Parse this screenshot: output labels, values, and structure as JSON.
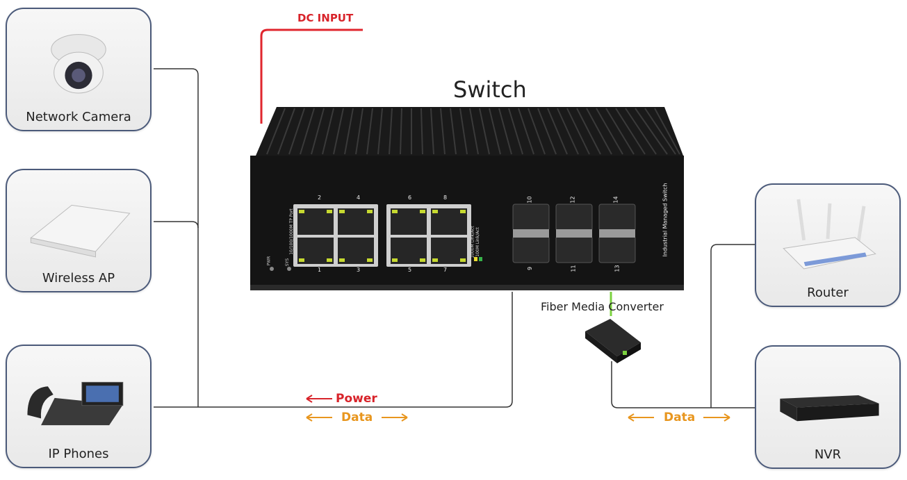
{
  "title": "Switch",
  "dc_input": "DC INPUT",
  "devices": {
    "camera": "Network Camera",
    "ap": "Wireless AP",
    "phone": "IP Phones",
    "router": "Router",
    "nvr": "NVR"
  },
  "converter_label": "Fiber Media Converter",
  "legend": {
    "power": "Power",
    "data_left": "Data",
    "data_right": "Data"
  },
  "switch_panel": {
    "vertical_label": "Industrial Managed Switch",
    "tp_port_label": "10/100/1000M TP Port",
    "link_1000": "1000M Link/Act",
    "link_100": "100M Link/Act",
    "pwr": "PWR",
    "sys": "SYS",
    "rj45_top": [
      "2",
      "4",
      "6",
      "8"
    ],
    "rj45_bottom": [
      "1",
      "3",
      "5",
      "7"
    ],
    "sfp_top": [
      "10",
      "12",
      "14"
    ],
    "sfp_bottom": [
      "9",
      "11",
      "13"
    ]
  },
  "colors": {
    "power": "#d8232a",
    "data": "#e8961e",
    "dc_line": "#e0262e",
    "fiber": "#7bd13f",
    "box_border": "#4b5a7a"
  }
}
